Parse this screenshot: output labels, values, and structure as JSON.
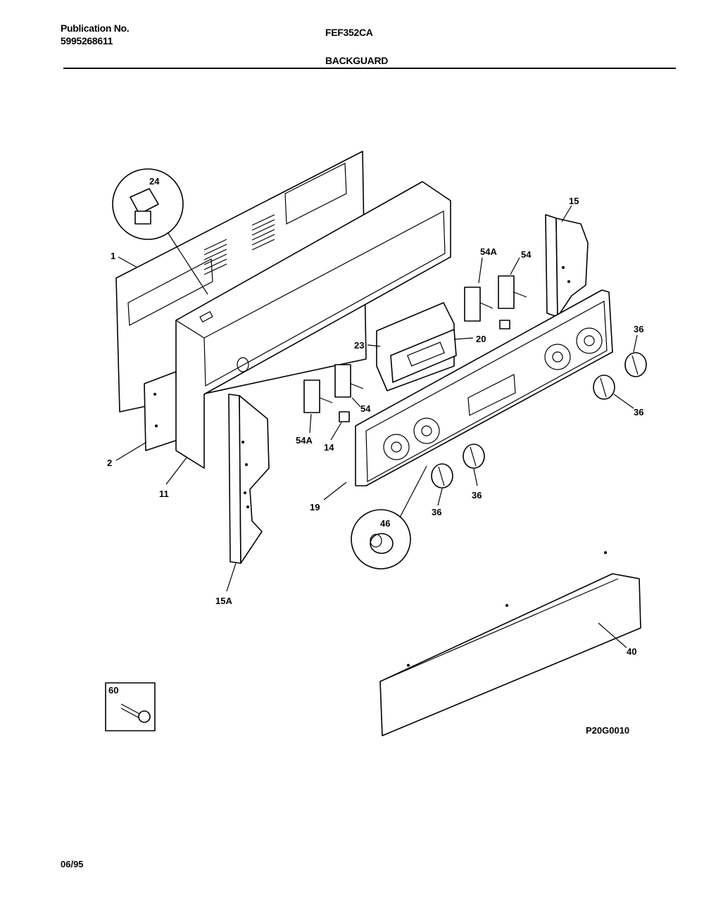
{
  "header": {
    "publication_label": "Publication No.",
    "publication_number": "5995268611",
    "model": "FEF352CA",
    "section": "BACKGUARD"
  },
  "figure_code": "P20G0010",
  "date": "06/95",
  "callouts": {
    "c24": "24",
    "c1": "1",
    "c54A_top": "54A",
    "c54_top": "54",
    "c15": "15",
    "c36_a": "36",
    "c23": "23",
    "c20": "20",
    "c36_b": "36",
    "c54_bottom": "54",
    "c54A_bottom": "54A",
    "c14": "14",
    "c2": "2",
    "c11": "11",
    "c19": "19",
    "c36_c": "36",
    "c36_d": "36",
    "c46": "46",
    "c15A": "15A",
    "c40": "40",
    "c60": "60"
  }
}
